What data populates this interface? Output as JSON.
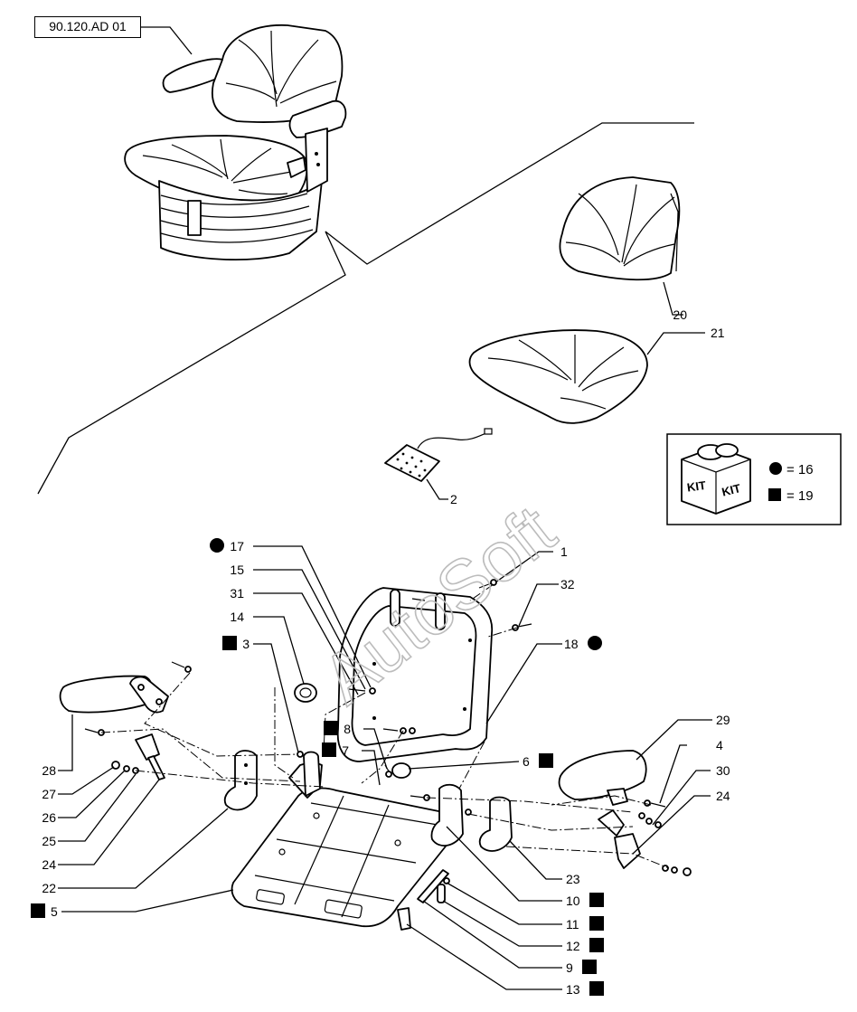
{
  "drawing_ref": "90.120.AD 01",
  "watermark": "AutoSoft",
  "legend": {
    "icon": "kit-box-icon",
    "kit_text": "KIT",
    "circle_text": "= 16",
    "square_text": "= 19"
  },
  "callouts": [
    {
      "id": "c1",
      "text": "1",
      "marker": "none"
    },
    {
      "id": "c2",
      "text": "2",
      "marker": "none"
    },
    {
      "id": "c3",
      "text": "3",
      "marker": "square"
    },
    {
      "id": "c4",
      "text": "4",
      "marker": "none"
    },
    {
      "id": "c5",
      "text": "5",
      "marker": "square"
    },
    {
      "id": "c6",
      "text": "6",
      "marker": "square"
    },
    {
      "id": "c7",
      "text": "7",
      "marker": "square"
    },
    {
      "id": "c8",
      "text": "8",
      "marker": "square"
    },
    {
      "id": "c9",
      "text": "9",
      "marker": "square"
    },
    {
      "id": "c10",
      "text": "10",
      "marker": "square"
    },
    {
      "id": "c11",
      "text": "11",
      "marker": "square"
    },
    {
      "id": "c12",
      "text": "12",
      "marker": "square"
    },
    {
      "id": "c13",
      "text": "13",
      "marker": "square"
    },
    {
      "id": "c14",
      "text": "14",
      "marker": "none"
    },
    {
      "id": "c15",
      "text": "15",
      "marker": "none"
    },
    {
      "id": "c17",
      "text": "17",
      "marker": "circle"
    },
    {
      "id": "c18",
      "text": "18",
      "marker": "circle"
    },
    {
      "id": "c20",
      "text": "20",
      "marker": "none"
    },
    {
      "id": "c21",
      "text": "21",
      "marker": "none"
    },
    {
      "id": "c22",
      "text": "22",
      "marker": "none"
    },
    {
      "id": "c23",
      "text": "23",
      "marker": "none"
    },
    {
      "id": "c24a",
      "text": "24",
      "marker": "none"
    },
    {
      "id": "c24b",
      "text": "24",
      "marker": "none"
    },
    {
      "id": "c25",
      "text": "25",
      "marker": "none"
    },
    {
      "id": "c26",
      "text": "26",
      "marker": "none"
    },
    {
      "id": "c27",
      "text": "27",
      "marker": "none"
    },
    {
      "id": "c28",
      "text": "28",
      "marker": "none"
    },
    {
      "id": "c29",
      "text": "29",
      "marker": "none"
    },
    {
      "id": "c30",
      "text": "30",
      "marker": "none"
    },
    {
      "id": "c31",
      "text": "31",
      "marker": "none"
    },
    {
      "id": "c32",
      "text": "32",
      "marker": "none"
    }
  ]
}
